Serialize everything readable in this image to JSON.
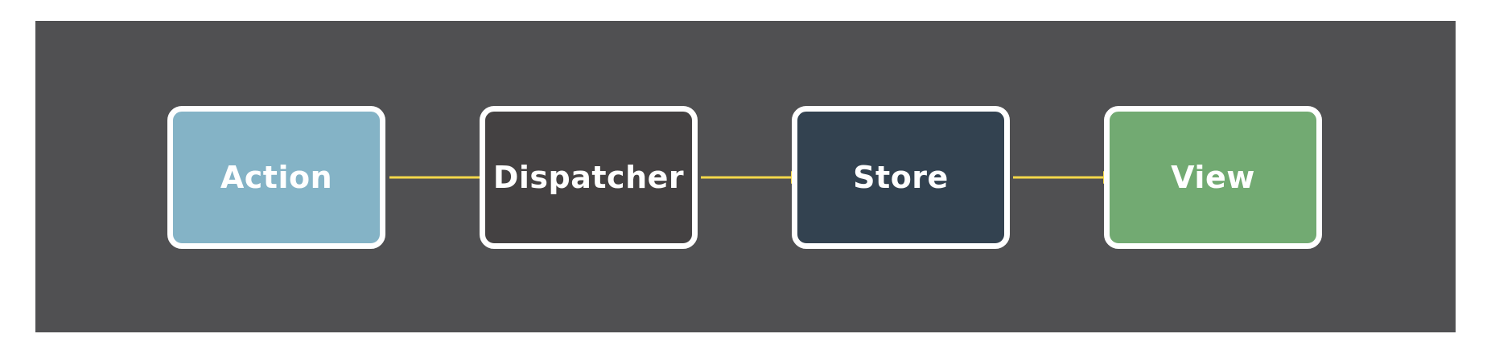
{
  "diagram": {
    "nodes": [
      {
        "id": "action",
        "label": "Action",
        "color": "#84b3c6"
      },
      {
        "id": "dispatcher",
        "label": "Dispatcher",
        "color": "#444142"
      },
      {
        "id": "store",
        "label": "Store",
        "color": "#334250"
      },
      {
        "id": "view",
        "label": "View",
        "color": "#72aa72"
      }
    ],
    "edges": [
      {
        "from": "action",
        "to": "dispatcher"
      },
      {
        "from": "dispatcher",
        "to": "store"
      },
      {
        "from": "store",
        "to": "view"
      }
    ],
    "colors": {
      "background": "#505052",
      "border": "#ffffff",
      "arrow": "#f4d84a",
      "text": "#ffffff"
    }
  }
}
